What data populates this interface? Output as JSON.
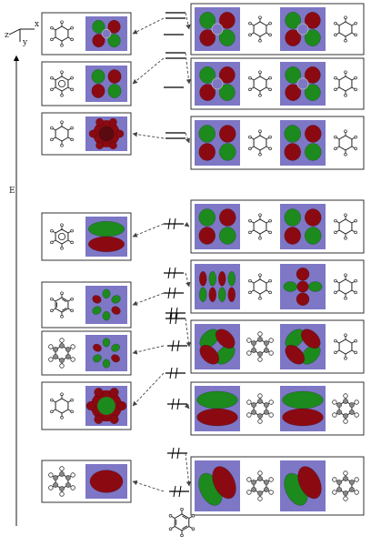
{
  "axes": {
    "z": "z",
    "x": "x",
    "y": "y",
    "energy": "E"
  },
  "colors": {
    "positive_lobe": "#1d8a1d",
    "negative_lobe": "#8b0a12",
    "orbital_background": "#7d77c6",
    "panel_border": "#333333",
    "connector": "#444444",
    "line": "#000000"
  },
  "panels": {
    "left": [
      {
        "id": "L1",
        "structure": "benzene-hex-h",
        "orbital": "d-ring"
      },
      {
        "id": "L2",
        "structure": "benzene-hex-h-labeled",
        "orbital": "quad"
      },
      {
        "id": "L3",
        "structure": "benzene-hex-h",
        "orbital": "ring-red"
      },
      {
        "id": "L4",
        "structure": "benzene-hex-h-labeled",
        "orbital": "pi-top"
      },
      {
        "id": "L5",
        "structure": "benzene-kekule",
        "orbital": "ring-six"
      },
      {
        "id": "L6",
        "structure": "benzene-radial",
        "orbital": "ring-six-small"
      },
      {
        "id": "L7",
        "structure": "benzene-hex-h",
        "orbital": "ring-red-center"
      },
      {
        "id": "L8",
        "structure": "benzene-radial",
        "orbital": "sigma-red"
      }
    ],
    "right": [
      {
        "id": "R1",
        "orbitals": [
          "d-lobes",
          "d-lobes-2"
        ]
      },
      {
        "id": "R2",
        "orbitals": [
          "ring-swirl",
          "ring-swirl-2"
        ]
      },
      {
        "id": "R3",
        "orbitals": [
          "four-lobe",
          "four-lobe-2"
        ]
      },
      {
        "id": "R4",
        "orbitals": [
          "pi-node",
          "pi-node-2"
        ]
      },
      {
        "id": "R5",
        "orbitals": [
          "columns",
          "cross"
        ]
      },
      {
        "id": "R6",
        "orbitals": [
          "diag",
          "diag-2"
        ]
      },
      {
        "id": "R7",
        "orbitals": [
          "two-lobe",
          "two-lobe-2"
        ]
      },
      {
        "id": "R8",
        "orbitals": [
          "sigma",
          "sigma-2"
        ]
      }
    ]
  },
  "bottom_molecule": "benzene-kekule"
}
